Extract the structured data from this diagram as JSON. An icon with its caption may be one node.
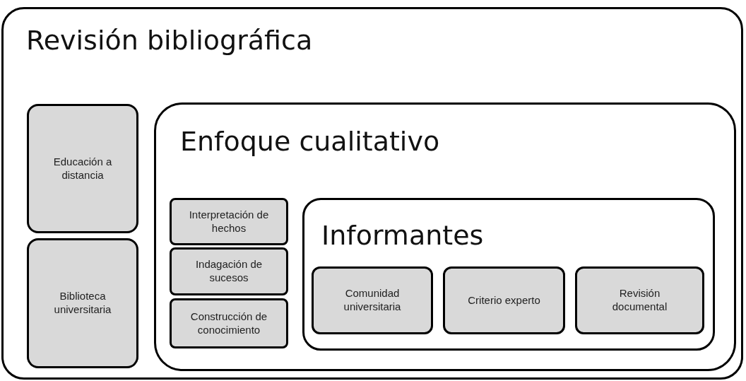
{
  "diagram": {
    "nodes": [
      {
        "text": [
          "Revisión bibliográfica"
        ]
      },
      {
        "text": [
          "Educación a distancia"
        ],
        "in": 0
      },
      {
        "text": [
          "Biblioteca universitaria"
        ],
        "in": 0
      },
      {
        "text": [
          "Enfoque cualitativo"
        ],
        "in": 0
      },
      {
        "text": [
          "Interpretación de hechos"
        ],
        "in": 3
      },
      {
        "text": [
          "Indagación de sucesos"
        ],
        "in": 3
      },
      {
        "text": [
          "Construcción de conocimiento"
        ],
        "in": 3
      },
      {
        "text": [
          "Informantes"
        ],
        "in": 3
      },
      {
        "text": [
          "Comunidad universitaria"
        ],
        "in": 7
      },
      {
        "text": [
          "Criterio experto"
        ],
        "in": 7
      },
      {
        "text": [
          "Revisión documental"
        ],
        "in": 7
      }
    ]
  }
}
